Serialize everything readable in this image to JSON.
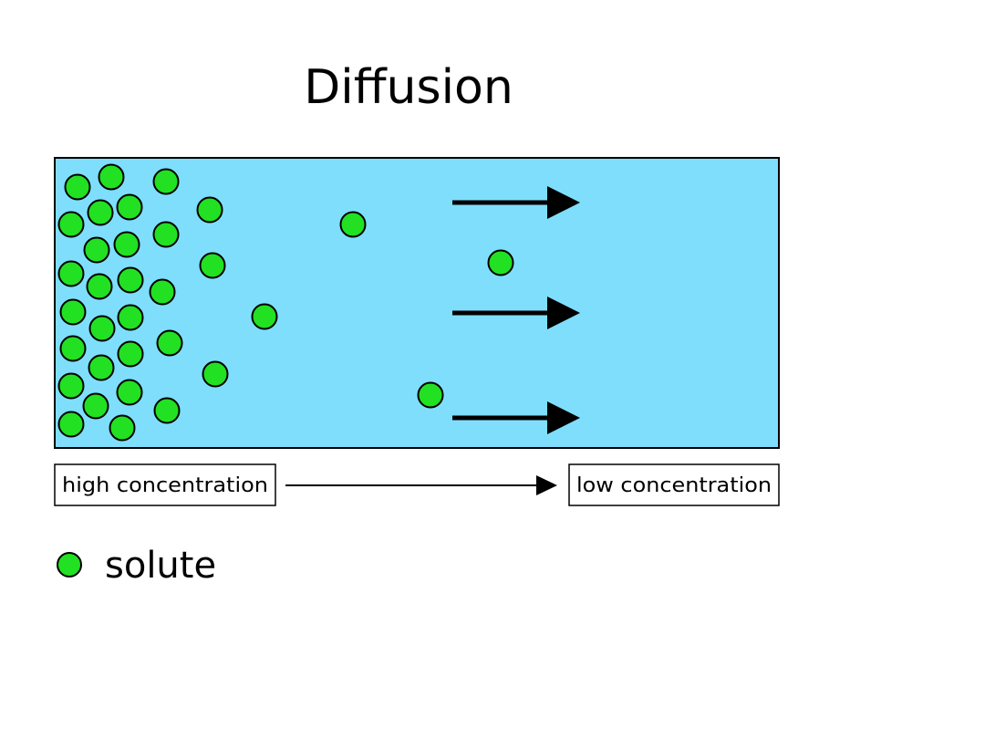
{
  "title": "Diffusion",
  "colors": {
    "container_fill": "#7fdefc",
    "solute_fill": "#22e022",
    "outline": "#000000",
    "background": "#ffffff"
  },
  "gradient": {
    "from_label": "high concentration",
    "to_label": "low concentration"
  },
  "legend": {
    "label": "solute",
    "icon": "green-circle-icon"
  }
}
